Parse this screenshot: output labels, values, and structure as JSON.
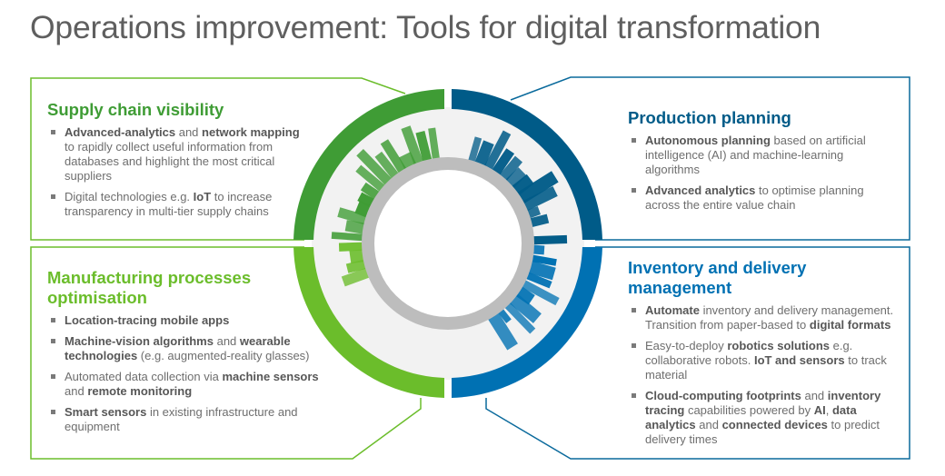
{
  "title": "Operations improvement: Tools for digital transformation",
  "colors": {
    "supply": "#3f9c35",
    "manufacturing": "#6bbd2b",
    "production": "#005b88",
    "inventory": "#0071b3",
    "text": "#6e6e6e",
    "title": "#5f5f5f"
  },
  "sections": [
    {
      "key": "supply",
      "title": "Supply chain visibility",
      "bullets": [
        [
          {
            "t": "Advanced-analytics",
            "b": true
          },
          {
            "t": " and "
          },
          {
            "t": "network mapping",
            "b": true
          },
          {
            "t": " to rapidly collect useful information from databases and highlight the most critical suppliers"
          }
        ],
        [
          {
            "t": "Digital technologies e.g. "
          },
          {
            "t": "IoT",
            "b": true
          },
          {
            "t": " to increase transparency in multi-tier supply chains"
          }
        ]
      ]
    },
    {
      "key": "production",
      "title": "Production planning",
      "bullets": [
        [
          {
            "t": "Autonomous planning",
            "b": true
          },
          {
            "t": " based on artificial intelligence (AI) and machine-learning algorithms"
          }
        ],
        [
          {
            "t": "Advanced analytics",
            "b": true
          },
          {
            "t": " to optimise planning across the entire value chain"
          }
        ]
      ]
    },
    {
      "key": "manufacturing",
      "title": "Manufacturing processes optimisation",
      "bullets": [
        [
          {
            "t": "Location-tracing mobile apps",
            "b": true
          }
        ],
        [
          {
            "t": "Machine-vision algorithms",
            "b": true
          },
          {
            "t": " and "
          },
          {
            "t": "wearable technologies",
            "b": true
          },
          {
            "t": " (e.g. augmented-reality glasses)"
          }
        ],
        [
          {
            "t": "Automated data collection via "
          },
          {
            "t": "machine sensors",
            "b": true
          },
          {
            "t": " and "
          },
          {
            "t": "remote monitoring",
            "b": true
          }
        ],
        [
          {
            "t": "Smart sensors",
            "b": true
          },
          {
            "t": " in existing infrastructure and equipment"
          }
        ]
      ]
    },
    {
      "key": "inventory",
      "title": "Inventory and delivery management",
      "bullets": [
        [
          {
            "t": "Automate",
            "b": true
          },
          {
            "t": " inventory and delivery management. Transition from paper-based to "
          },
          {
            "t": "digital formats",
            "b": true
          }
        ],
        [
          {
            "t": "Easy-to-deploy "
          },
          {
            "t": "robotics solutions",
            "b": true
          },
          {
            "t": " e.g. collaborative robots. "
          },
          {
            "t": "IoT and sensors",
            "b": true
          },
          {
            "t": " to track material"
          }
        ],
        [
          {
            "t": "Cloud-computing footprints",
            "b": true
          },
          {
            "t": " and "
          },
          {
            "t": "inventory tracing",
            "b": true
          },
          {
            "t": " capabilities powered by "
          },
          {
            "t": "AI",
            "b": true
          },
          {
            "t": ", "
          },
          {
            "t": "data analytics",
            "b": true
          },
          {
            "t": " and "
          },
          {
            "t": "connected devices",
            "b": true
          },
          {
            "t": " to predict delivery times"
          }
        ]
      ]
    }
  ]
}
